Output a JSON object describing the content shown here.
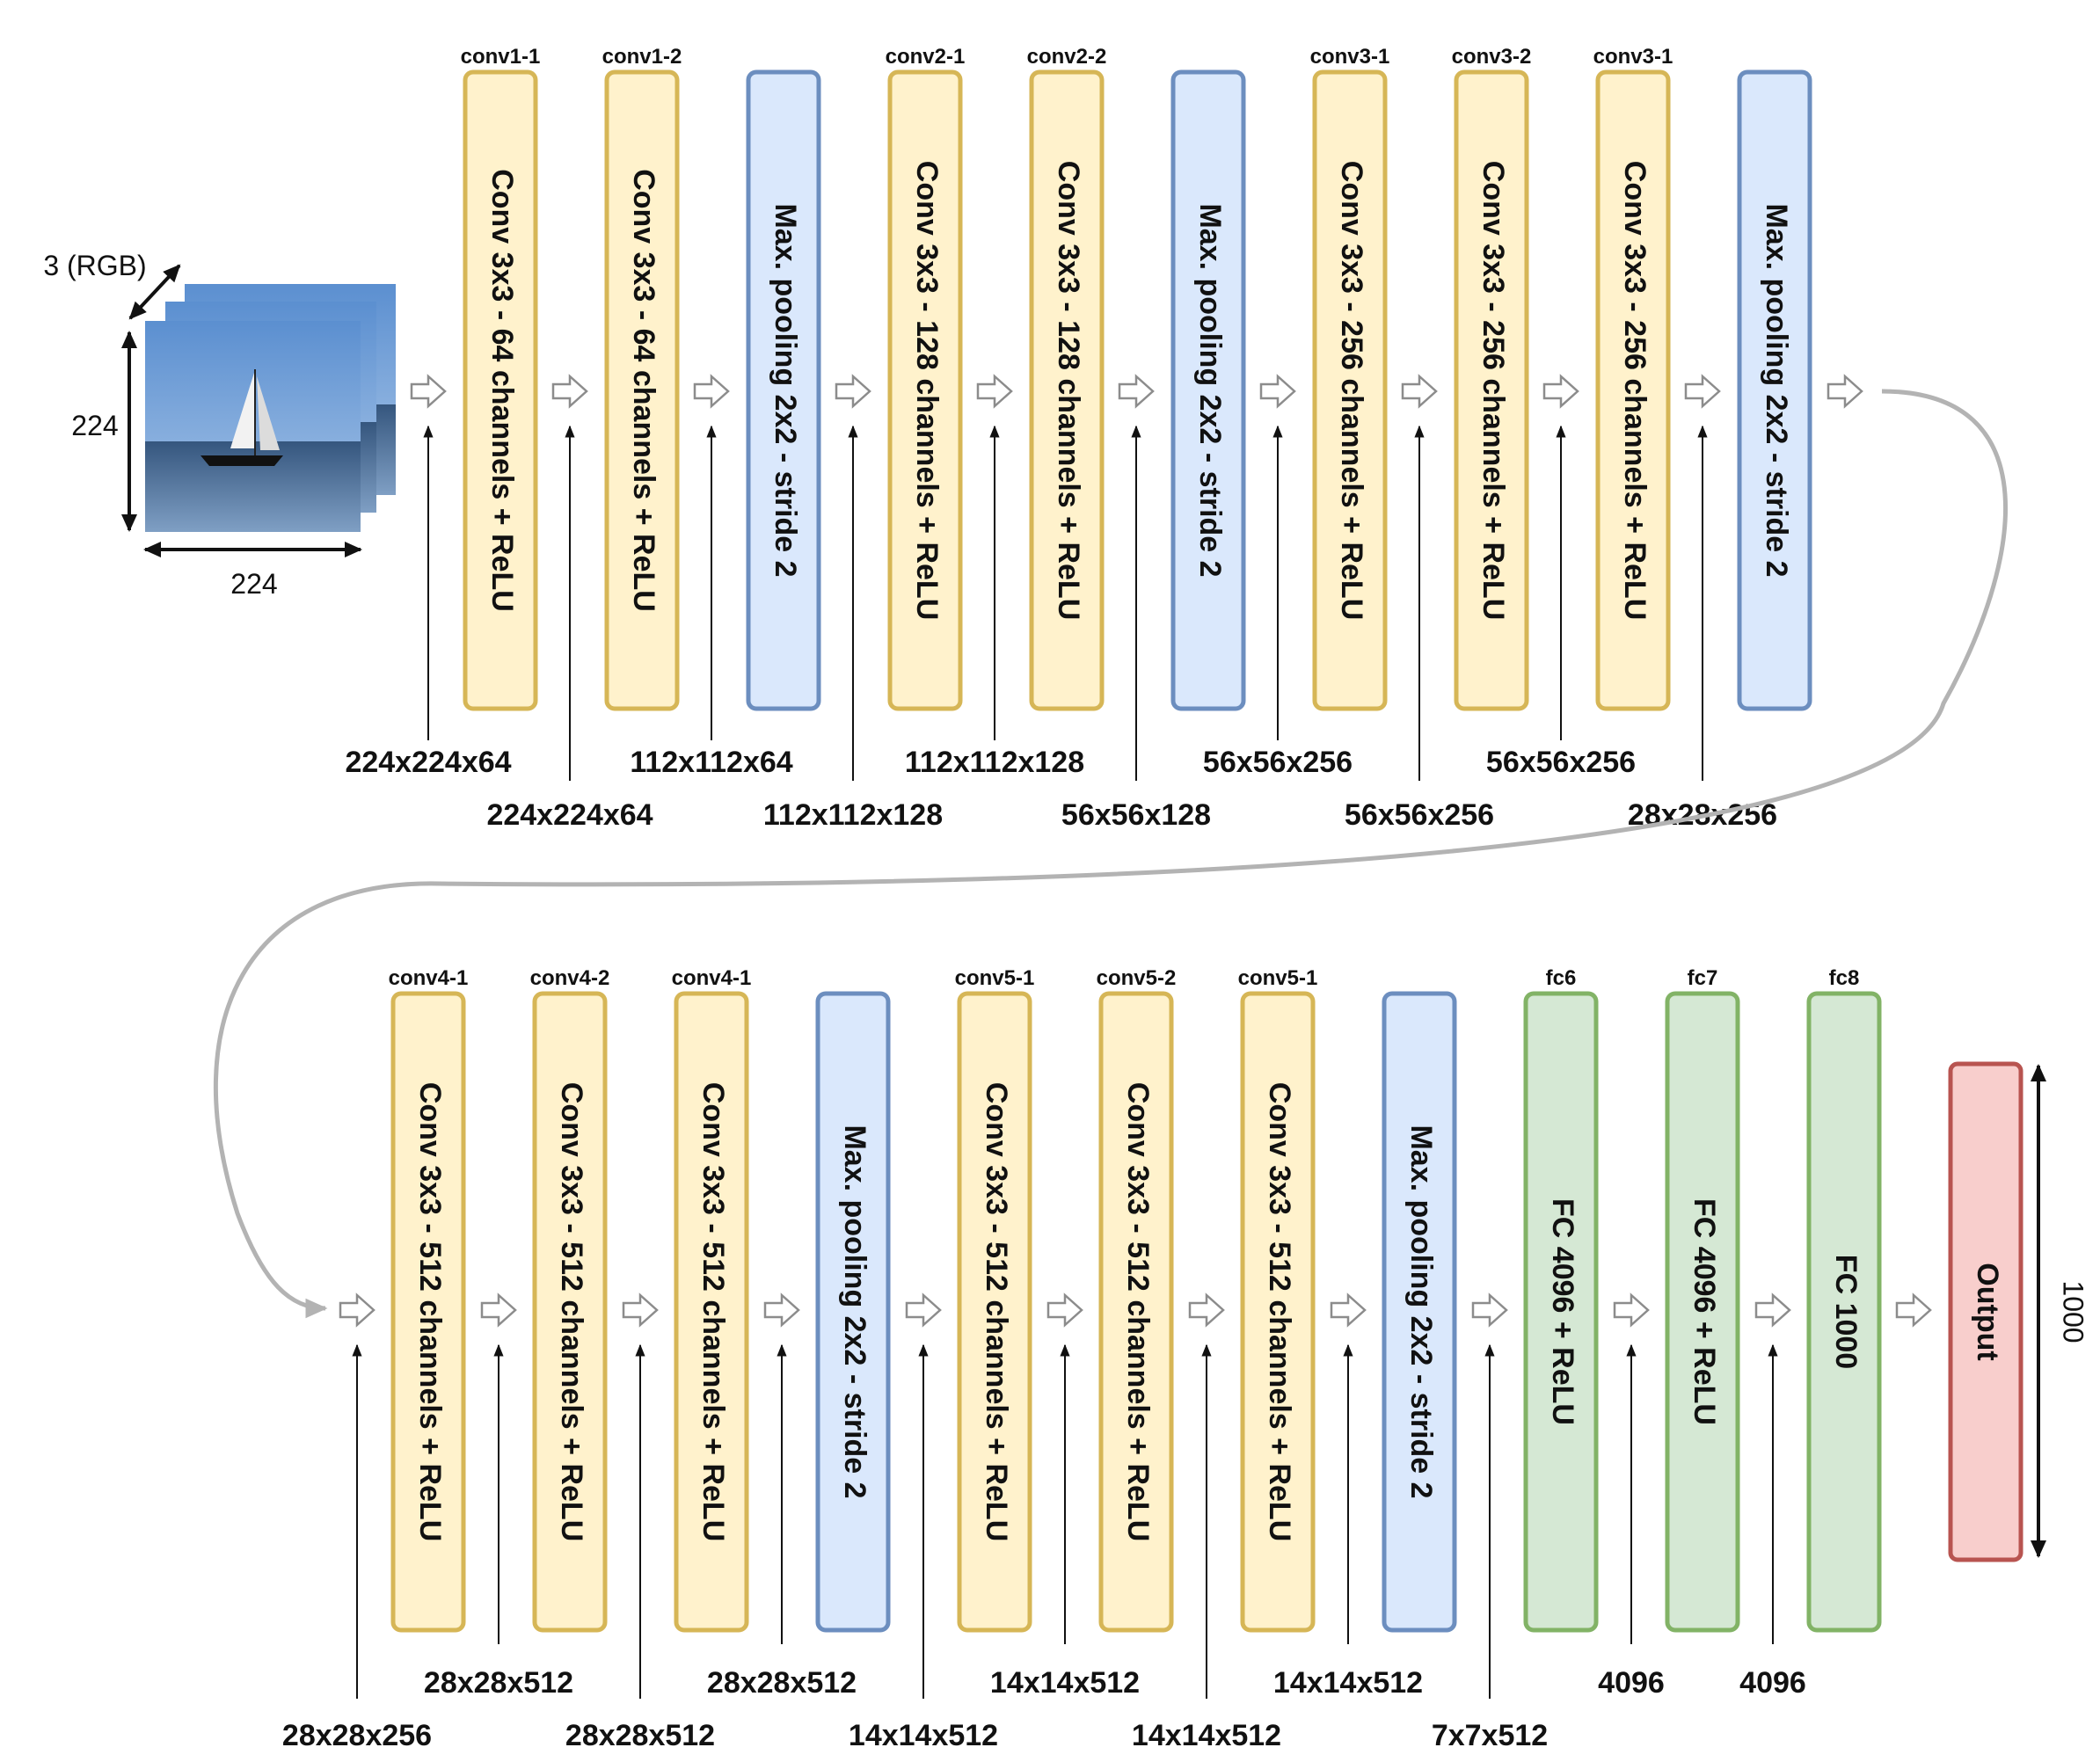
{
  "input": {
    "channels_label": "3 (RGB)",
    "height_label": "224",
    "width_label": "224"
  },
  "colors": {
    "conv_fill": "#fff2cc",
    "conv_stroke": "#d6b656",
    "pool_fill": "#dae8fc",
    "pool_stroke": "#6c8ebf",
    "fc_fill": "#d5e8d4",
    "fc_stroke": "#82b366",
    "output_fill": "#f8cecc",
    "output_stroke": "#b85450",
    "connector": "#b3b3b3"
  },
  "row1": {
    "blocks": [
      {
        "kind": "conv",
        "name": "conv1-1",
        "label": "Conv 3x3 - 64 channels + ReLU"
      },
      {
        "kind": "conv",
        "name": "conv1-2",
        "label": "Conv 3x3 - 64 channels + ReLU"
      },
      {
        "kind": "pool",
        "name": "",
        "label": "Max. pooling 2x2 - stride 2"
      },
      {
        "kind": "conv",
        "name": "conv2-1",
        "label": "Conv 3x3 - 128 channels + ReLU"
      },
      {
        "kind": "conv",
        "name": "conv2-2",
        "label": "Conv 3x3 - 128 channels + ReLU"
      },
      {
        "kind": "pool",
        "name": "",
        "label": "Max. pooling 2x2 - stride 2"
      },
      {
        "kind": "conv",
        "name": "conv3-1",
        "label": "Conv 3x3 - 256 channels + ReLU"
      },
      {
        "kind": "conv",
        "name": "conv3-2",
        "label": "Conv 3x3 - 256 channels + ReLU"
      },
      {
        "kind": "conv",
        "name": "conv3-1",
        "label": "Conv 3x3 - 256 channels + ReLU"
      },
      {
        "kind": "pool",
        "name": "",
        "label": "Max. pooling 2x2 - stride 2"
      }
    ],
    "dims": [
      {
        "text": "224x224x64",
        "level": "upper"
      },
      {
        "text": "224x224x64",
        "level": "lower"
      },
      {
        "text": "112x112x64",
        "level": "upper"
      },
      {
        "text": "112x112x128",
        "level": "lower"
      },
      {
        "text": "112x112x128",
        "level": "upper"
      },
      {
        "text": "56x56x128",
        "level": "lower"
      },
      {
        "text": "56x56x256",
        "level": "upper"
      },
      {
        "text": "56x56x256",
        "level": "lower"
      },
      {
        "text": "56x56x256",
        "level": "upper"
      },
      {
        "text": "28x28x256",
        "level": "lower"
      }
    ]
  },
  "row2": {
    "blocks": [
      {
        "kind": "conv",
        "name": "conv4-1",
        "label": "Conv 3x3 - 512 channels + ReLU"
      },
      {
        "kind": "conv",
        "name": "conv4-2",
        "label": "Conv 3x3 - 512 channels + ReLU"
      },
      {
        "kind": "conv",
        "name": "conv4-1",
        "label": "Conv 3x3 - 512 channels + ReLU"
      },
      {
        "kind": "pool",
        "name": "",
        "label": "Max. pooling 2x2 - stride 2"
      },
      {
        "kind": "conv",
        "name": "conv5-1",
        "label": "Conv 3x3 - 512 channels + ReLU"
      },
      {
        "kind": "conv",
        "name": "conv5-2",
        "label": "Conv 3x3 - 512 channels + ReLU"
      },
      {
        "kind": "conv",
        "name": "conv5-1",
        "label": "Conv 3x3 - 512 channels + ReLU"
      },
      {
        "kind": "pool",
        "name": "",
        "label": "Max. pooling 2x2 - stride 2"
      },
      {
        "kind": "fc",
        "name": "fc6",
        "label": "FC 4096 + ReLU"
      },
      {
        "kind": "fc",
        "name": "fc7",
        "label": "FC 4096  + ReLU"
      },
      {
        "kind": "fc",
        "name": "fc8",
        "label": "FC 1000"
      }
    ],
    "dims": [
      {
        "text": "28x28x256",
        "level": "lower"
      },
      {
        "text": "28x28x512",
        "level": "upper"
      },
      {
        "text": "28x28x512",
        "level": "lower"
      },
      {
        "text": "28x28x512",
        "level": "upper"
      },
      {
        "text": "14x14x512",
        "level": "lower"
      },
      {
        "text": "14x14x512",
        "level": "upper"
      },
      {
        "text": "14x14x512",
        "level": "lower"
      },
      {
        "text": "14x14x512",
        "level": "upper"
      },
      {
        "text": "7x7x512",
        "level": "lower"
      },
      {
        "text": "4096",
        "level": "upper"
      },
      {
        "text": "4096",
        "level": "upper"
      }
    ],
    "output": {
      "label": "Output",
      "size_label": "1000"
    }
  }
}
